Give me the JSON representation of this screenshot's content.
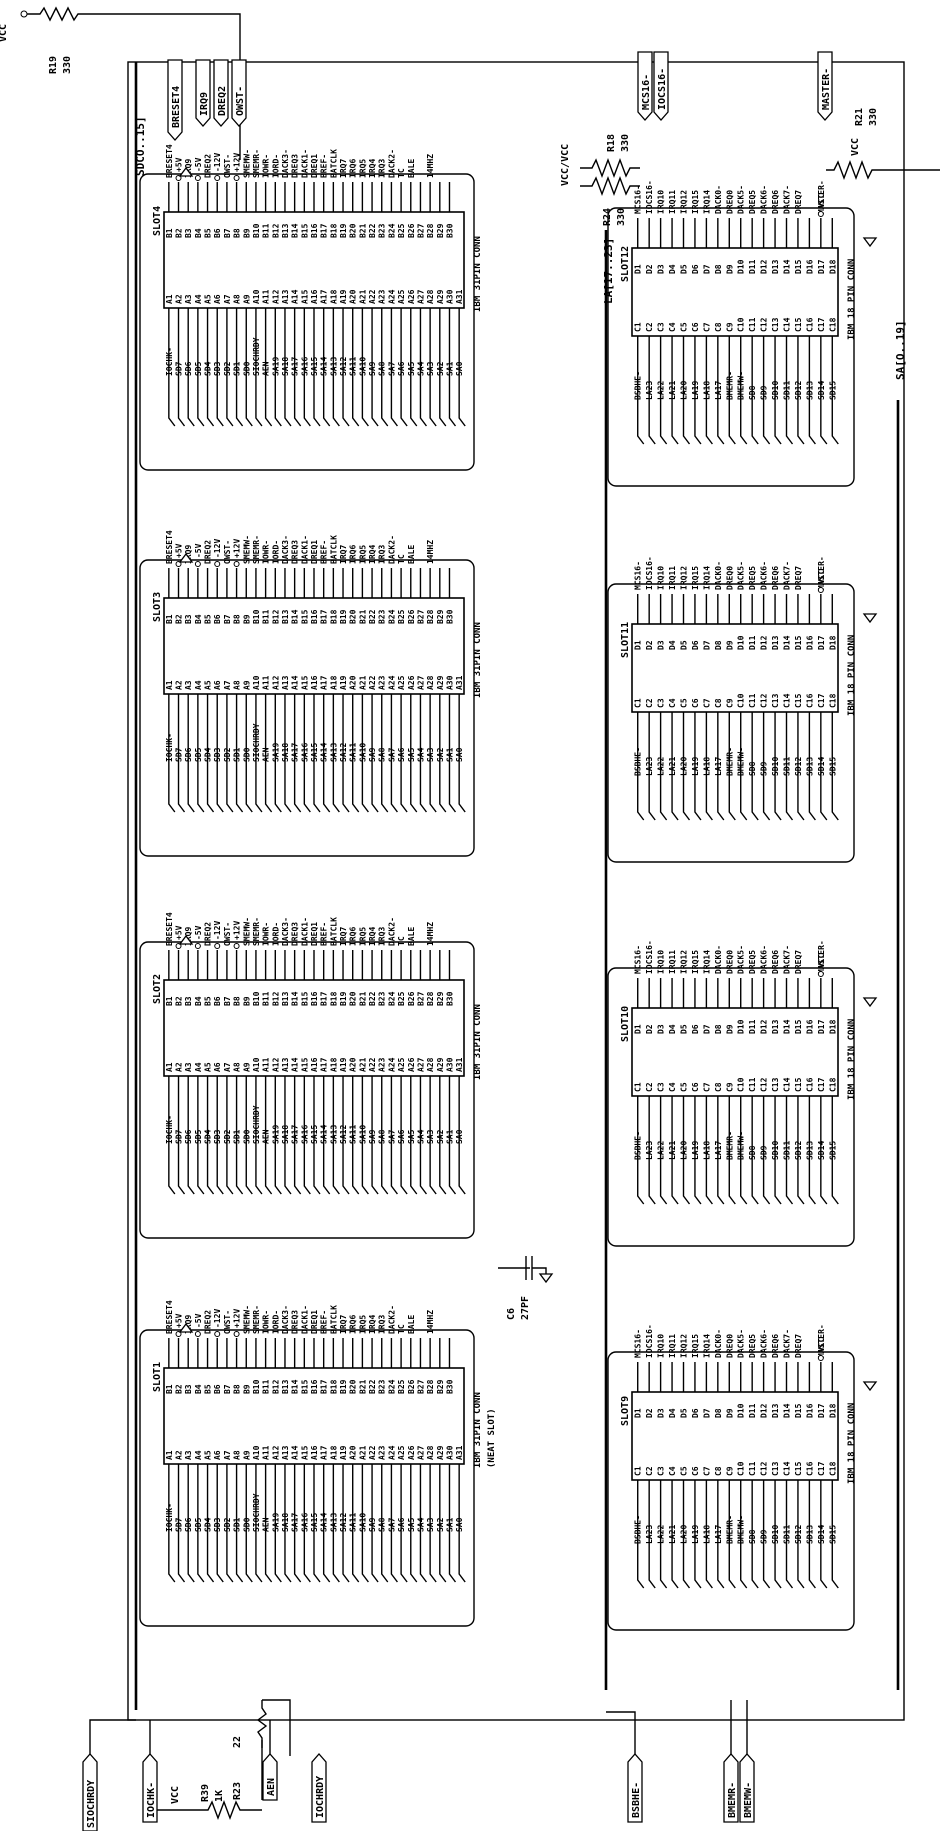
{
  "isa_slots": [
    {
      "name": "SLOT4",
      "conn": "IBM 31PIN CONN",
      "note": ""
    },
    {
      "name": "SLOT3",
      "conn": "IBM 31PIN CONN",
      "note": ""
    },
    {
      "name": "SLOT2",
      "conn": "IBM 31PIN CONN",
      "note": ""
    },
    {
      "name": "SLOT1",
      "conn": "IBM 31PIN CONN",
      "note": "(NEAT SLOT)"
    }
  ],
  "ext_slots": [
    {
      "name": "SLOT12",
      "conn": "IBM 18 PIN CONN"
    },
    {
      "name": "SLOT11",
      "conn": "IBM 18 PIN CONN"
    },
    {
      "name": "SLOT10",
      "conn": "IBM 18 PIN CONN"
    },
    {
      "name": "SLOT9",
      "conn": "IBM 18 PIN CONN"
    }
  ],
  "isa_a_signals": [
    "IOCHK-",
    "SD7",
    "SD6",
    "SD5",
    "SD4",
    "SD3",
    "SD2",
    "SD1",
    "SD0",
    "SIOCHRDY",
    "AEN",
    "SA19",
    "SA18",
    "SA17",
    "SA16",
    "SA15",
    "SA14",
    "SA13",
    "SA12",
    "SA11",
    "SA10",
    "SA9",
    "SA8",
    "SA7",
    "SA6",
    "SA5",
    "SA4",
    "SA3",
    "SA2",
    "SA1",
    "SA0"
  ],
  "isa_b_signals": [
    "BRESET4",
    "",
    "IRQ9",
    "",
    "DREQ2",
    "",
    "OWST-",
    "",
    "SMEMW-",
    "SMEMR-",
    "IOWR-",
    "IORD-",
    "DACK3-",
    "DREQ3",
    "DACK1-",
    "DREQ1",
    "BREF-",
    "BATCLK",
    "IRQ7",
    "IRQ6",
    "IRQ5",
    "IRQ4",
    "IRQ3",
    "DACK2-",
    "TC",
    "BALE",
    "",
    "14MHZ",
    "",
    ""
  ],
  "isa_b_power": [
    "",
    "+5V",
    "",
    "-5V",
    "",
    "-12V",
    "",
    "+12V"
  ],
  "ext_c_signals": [
    "BSBHE-",
    "LA23",
    "LA22",
    "LA21",
    "LA20",
    "LA19",
    "LA18",
    "LA17",
    "BMEMR-",
    "BMEMW-",
    "SD8",
    "SD9",
    "SD10",
    "SD11",
    "SD12",
    "SD13",
    "SD14",
    "SD15"
  ],
  "ext_d_signals": [
    "MCS16-",
    "IOCS16-",
    "IRQ10",
    "IRQ11",
    "IRQ12",
    "IRQ15",
    "IRQ14",
    "DACK0-",
    "DREQ0",
    "DACK5-",
    "DREQ5",
    "DACK6-",
    "DREQ6",
    "DACK7-",
    "DREQ7",
    "",
    "MASTER-",
    ""
  ],
  "labels": {
    "vcc": "VCC",
    "vcc_alt": "VCC",
    "r19_name": "R19",
    "r19_val": "330",
    "r18_name": "R18",
    "r18_val": "330",
    "r24_name": "R24",
    "r24_val": "330",
    "r21_name": "R21",
    "r21_val": "330",
    "r23_name": "R23",
    "r23_val": "22",
    "r39_name": "R39",
    "r39_val": "1K",
    "c6_name": "C6",
    "c6_val": "27PF",
    "sd_bus": "SDCO..15]",
    "la_bus": "LA[17..23]",
    "sa_bus": "SA[O..19]",
    "flag_siochrdy": "SIOCHRDY",
    "flag_iochk": "IOCHK-",
    "flag_aen": "AEN",
    "flag_iochrdy": "IOCHRDY",
    "flag_bsbhe": "BSBHE-",
    "flag_bmemr": "BMEMR-",
    "flag_bmemw": "BMEMW-",
    "flag_breset": "BRESET4",
    "flag_irq9": "IRQ9",
    "flag_dreq2": "DREQ2",
    "flag_owst": "OWST-",
    "flag_mcs16": "MCS16-",
    "flag_iocs16": "IOCS16-",
    "flag_master": "MASTER-",
    "vcc_pin": "VCC",
    "vcc_ovcc": "VCC/VCC"
  }
}
